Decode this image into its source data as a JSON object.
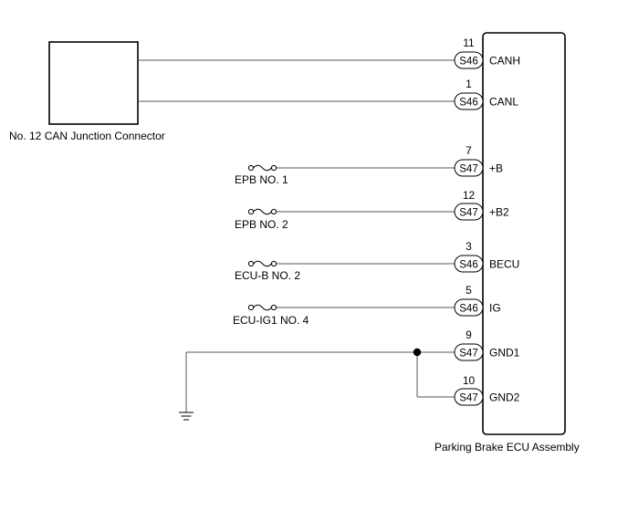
{
  "components": {
    "junction_label": "No. 12 CAN Junction Connector",
    "ecu_label": "Parking Brake ECU Assembly"
  },
  "connections": [
    {
      "pin": "11",
      "connector": "S46",
      "terminal": "CANH",
      "source": ""
    },
    {
      "pin": "1",
      "connector": "S46",
      "terminal": "CANL",
      "source": ""
    },
    {
      "pin": "7",
      "connector": "S47",
      "terminal": "+B",
      "source": "EPB NO. 1"
    },
    {
      "pin": "12",
      "connector": "S47",
      "terminal": "+B2",
      "source": "EPB NO. 2"
    },
    {
      "pin": "3",
      "connector": "S46",
      "terminal": "BECU",
      "source": "ECU-B NO. 2"
    },
    {
      "pin": "5",
      "connector": "S46",
      "terminal": "IG",
      "source": "ECU-IG1 NO. 4"
    },
    {
      "pin": "9",
      "connector": "S47",
      "terminal": "GND1",
      "source": ""
    },
    {
      "pin": "10",
      "connector": "S47",
      "terminal": "GND2",
      "source": ""
    }
  ],
  "colors": {
    "wire": "#555555",
    "line": "#000000"
  }
}
